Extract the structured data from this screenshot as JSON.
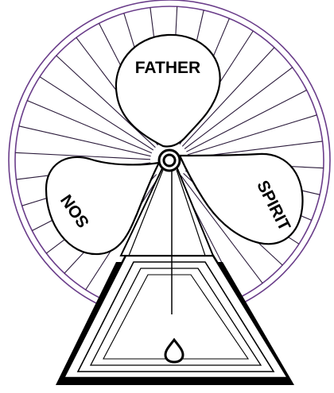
{
  "labels": {
    "top_blade": "FATHER",
    "left_blade": "SON",
    "right_blade": "SPIRIT"
  },
  "colors": {
    "guard": "#6a3d8a",
    "outline": "#000000",
    "background": "#ffffff"
  }
}
